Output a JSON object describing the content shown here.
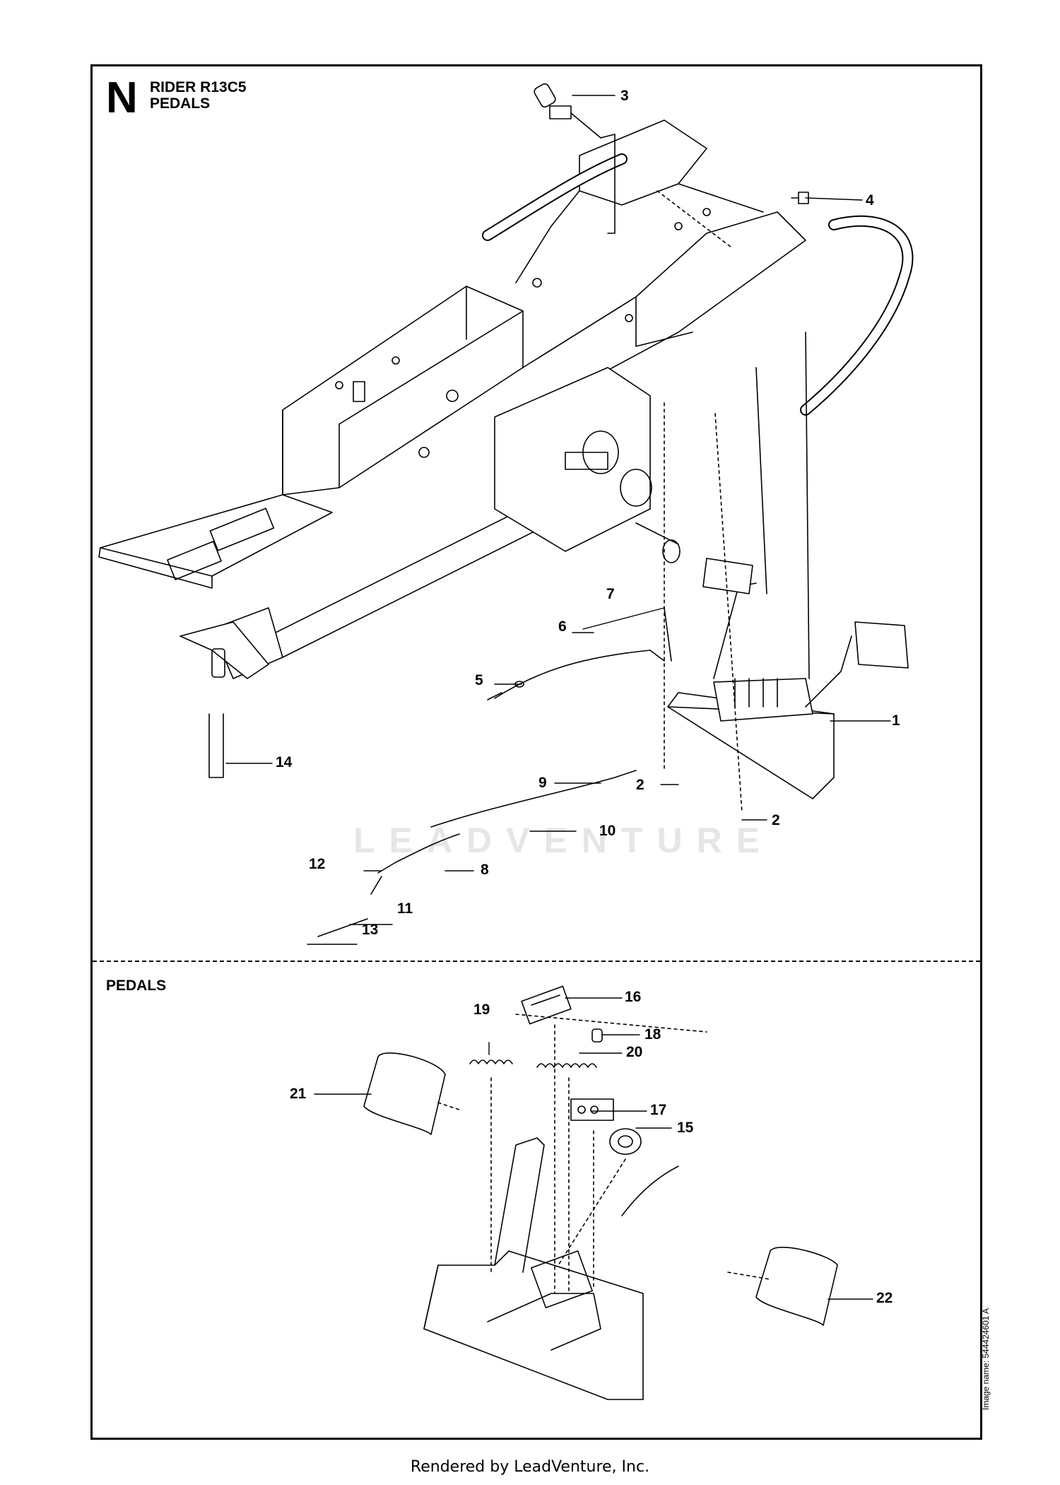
{
  "header": {
    "section_letter": "N",
    "title_line1": "RIDER R13C5",
    "title_line2": "PEDALS"
  },
  "detail_section": {
    "label": "PEDALS"
  },
  "callouts": [
    "1",
    "2",
    "2",
    "3",
    "4",
    "5",
    "6",
    "7",
    "8",
    "9",
    "10",
    "11",
    "12",
    "13",
    "14",
    "15",
    "16",
    "17",
    "18",
    "19",
    "20",
    "21",
    "22"
  ],
  "image_name": "Image name: 544424601 A",
  "watermark": "LEADVENTURE",
  "footer": "Rendered by LeadVenture, Inc."
}
